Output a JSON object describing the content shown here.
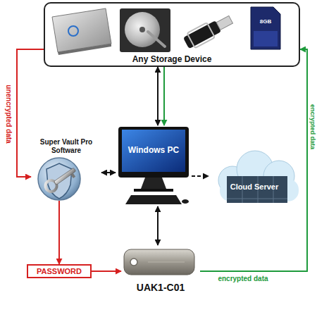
{
  "diagram": {
    "nodes": [
      {
        "text": [
          "Any Storage Device"
        ]
      },
      {
        "text": [
          "Super Vault Pro Software"
        ]
      },
      {
        "text": [
          "Windows PC"
        ]
      },
      {
        "text": [
          "Cloud Server"
        ]
      },
      {
        "text": [
          "PASSWORD"
        ]
      },
      {
        "text": [
          "UAK1-C01"
        ]
      }
    ],
    "edges": [
      {
        "from": 0,
        "to": 1,
        "arrow": "to",
        "label": "unencrypted data"
      },
      {
        "from": 1,
        "to": 2,
        "arrow": "both"
      },
      {
        "from": 0,
        "to": 2,
        "arrow": "both"
      },
      {
        "from": 0,
        "to": 2,
        "arrow": "to"
      },
      {
        "from": 2,
        "to": 3,
        "arrow": "to"
      },
      {
        "from": 2,
        "to": 5,
        "arrow": "both"
      },
      {
        "from": 1,
        "to": 4,
        "arrow": "to"
      },
      {
        "from": 4,
        "to": 5,
        "arrow": "to"
      },
      {
        "from": 5,
        "to": 0,
        "arrow": "to",
        "label": "encrypted data"
      }
    ],
    "labels": [
      "encrypted data",
      "8GB"
    ]
  }
}
